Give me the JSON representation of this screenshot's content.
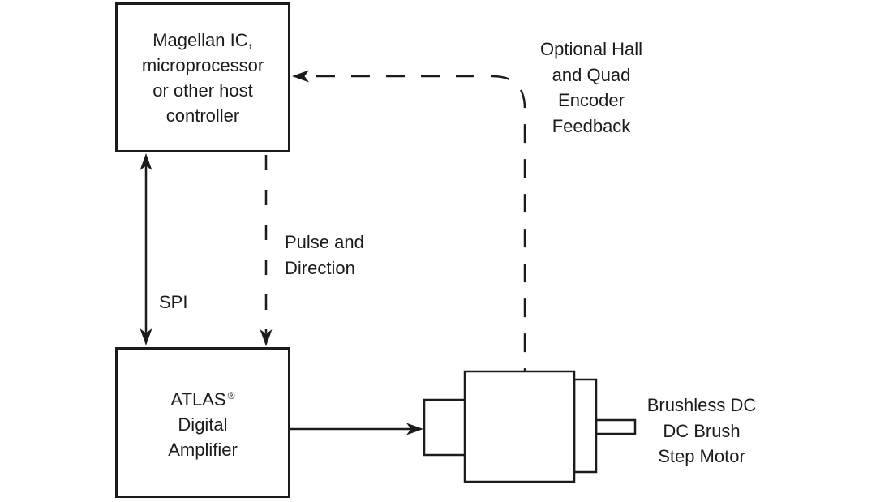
{
  "diagram": {
    "background_color": "#ffffff",
    "line_color": "#1b1b1b",
    "nodes": {
      "host": {
        "lines": [
          "Magellan IC,",
          "microprocessor",
          "or other host",
          "controller"
        ]
      },
      "atlas": {
        "name": "ATLAS",
        "registered_mark": "®",
        "lines": [
          "Digital",
          "Amplifier"
        ]
      },
      "motor": {
        "symbol": "motor-symbol",
        "label_lines": [
          "Brushless DC",
          "DC Brush",
          "Step Motor"
        ]
      }
    },
    "edges": {
      "spi": {
        "label": "SPI",
        "style": "solid",
        "direction": "bidirectional"
      },
      "pulse_direction": {
        "label_lines": [
          "Pulse and",
          "Direction"
        ],
        "style": "dashed",
        "direction": "host-to-atlas"
      },
      "encoder_feedback": {
        "label_lines": [
          "Optional Hall",
          "and Quad",
          "Encoder",
          "Feedback"
        ],
        "style": "dashed",
        "direction": "motor-to-host"
      },
      "amplifier_output": {
        "style": "solid",
        "direction": "atlas-to-motor"
      }
    }
  }
}
